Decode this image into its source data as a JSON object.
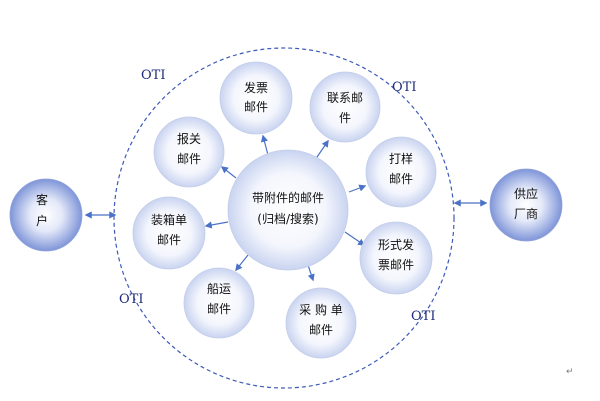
{
  "colors": {
    "boundary": "#3d5ab8",
    "arrow": "#4a72c8",
    "bubble_edge": "#b9c6e8",
    "side_node": "#7c93d9"
  },
  "diagram": {
    "boundary_label": "OTI",
    "center": {
      "line1": "带附件的邮件",
      "line2": "(归档/搜索)"
    },
    "satellites": [
      {
        "id": "invoice",
        "line1": "发票",
        "line2": "邮件"
      },
      {
        "id": "contact",
        "line1": "联系邮",
        "line2": "件"
      },
      {
        "id": "customs",
        "line1": "报关",
        "line2": "邮件"
      },
      {
        "id": "proofing",
        "line1": "打样",
        "line2": "邮件"
      },
      {
        "id": "packing",
        "line1": "装箱单",
        "line2": "邮件"
      },
      {
        "id": "formal-bill",
        "line1": "形式发",
        "line2": "票邮件"
      },
      {
        "id": "shipping",
        "line1": "船运",
        "line2": "邮件"
      },
      {
        "id": "purchase",
        "line1": "采 购 单",
        "line2": "邮件"
      }
    ],
    "left_node": {
      "line1": "客",
      "line2": "户"
    },
    "right_node": {
      "line1": "供应",
      "line2": "厂商"
    },
    "corner_mark": "↵"
  }
}
